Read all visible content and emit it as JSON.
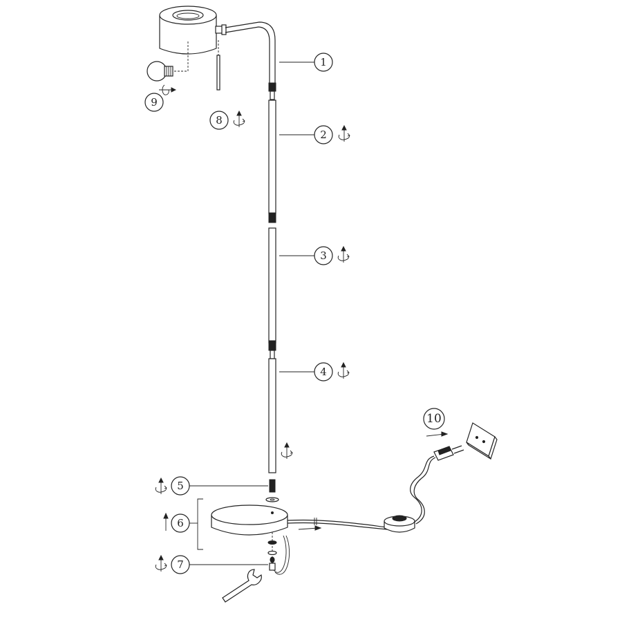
{
  "diagram": {
    "callouts": [
      {
        "id": "1",
        "label": "1"
      },
      {
        "id": "2",
        "label": "2"
      },
      {
        "id": "3",
        "label": "3"
      },
      {
        "id": "4",
        "label": "4"
      },
      {
        "id": "5",
        "label": "5"
      },
      {
        "id": "6",
        "label": "6"
      },
      {
        "id": "7",
        "label": "7"
      },
      {
        "id": "8",
        "label": "8"
      },
      {
        "id": "9",
        "label": "9"
      },
      {
        "id": "10",
        "label": "10"
      }
    ],
    "icons": {
      "rotate": "rotate-screw-icon",
      "arrow": "direction-arrow-icon",
      "wrench": "wrench-icon",
      "bulb": "light-bulb-icon",
      "plug": "power-plug-icon",
      "socket": "wall-socket-icon",
      "switch": "foot-switch-icon"
    },
    "colors": {
      "line": "#222222",
      "background": "#ffffff"
    }
  }
}
